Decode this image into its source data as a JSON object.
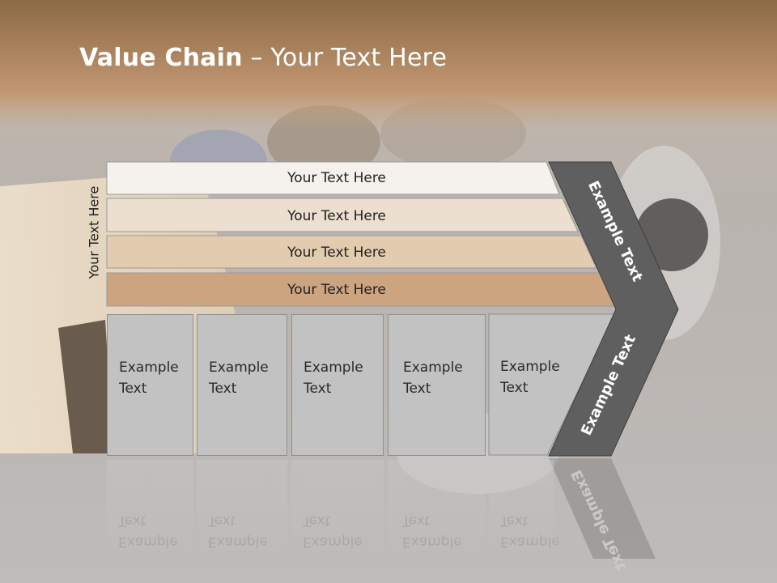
{
  "slide": {
    "title_bold": "Value Chain",
    "title_rest": " – Your Text Here",
    "side_label": "Your Text Here"
  },
  "rows": [
    {
      "label": "Your Text Here",
      "color": "#f5f1ec"
    },
    {
      "label": "Your Text Here",
      "color": "#ecdfd0"
    },
    {
      "label": "Your Text Here",
      "color": "#e3cbb0"
    },
    {
      "label": "Your Text Here",
      "color": "#cca47f"
    }
  ],
  "boxes": [
    {
      "line1": "Example",
      "line2": "Text"
    },
    {
      "line1": "Example",
      "line2": "Text"
    },
    {
      "line1": "Example",
      "line2": "Text"
    },
    {
      "line1": "Example",
      "line2": "Text"
    },
    {
      "line1": "Example",
      "line2": "Text"
    }
  ],
  "chevron": {
    "upper_label": "Example Text",
    "lower_label": "Example Text",
    "color": "#5f5f5f"
  },
  "colors": {
    "header_top": "#8e6b47",
    "header_bottom": "#c49b72",
    "box_fill": "#c2c2c2"
  }
}
